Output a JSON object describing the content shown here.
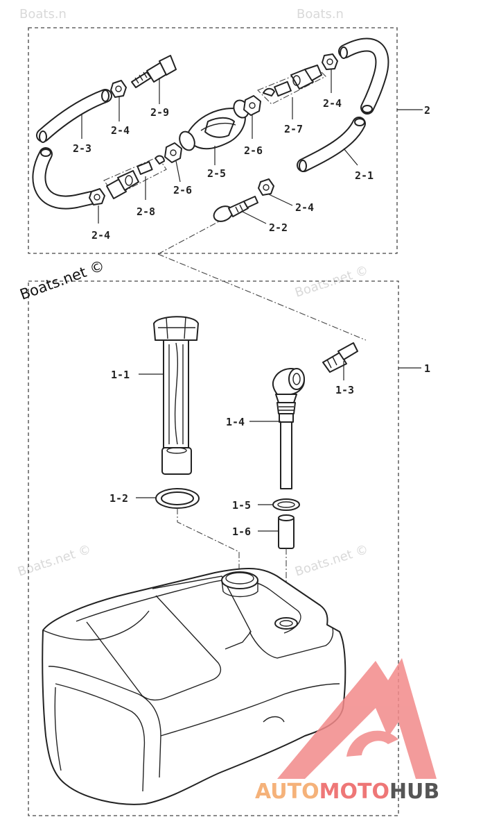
{
  "watermark": {
    "main": "Boats.net ©",
    "faint": "Boats.net ©",
    "faint_top": "Boats.n",
    "faint_top2": "Boats.n"
  },
  "brand": {
    "auto": "AUTO",
    "moto": "MOTO",
    "hub": "HUB",
    "colors": {
      "auto": "#f5b27a",
      "moto": "#ee7777",
      "hub": "#555555",
      "logo": "#f28a8a"
    }
  },
  "groups": {
    "g2": "2",
    "g1": "1"
  },
  "callouts": {
    "c2_9": "2-9",
    "c2_4a": "2-4",
    "c2_3": "2-3",
    "c2_5": "2-5",
    "c2_6a": "2-6",
    "c2_7": "2-7",
    "c2_4b": "2-4",
    "c2_1": "2-1",
    "c2_6b": "2-6",
    "c2_8": "2-8",
    "c2_4c": "2-4",
    "c2_4d": "2-4",
    "c2_2": "2-2",
    "c1_1": "1-1",
    "c1_3": "1-3",
    "c1_4": "1-4",
    "c1_2": "1-2",
    "c1_5": "1-5",
    "c1_6": "1-6"
  }
}
